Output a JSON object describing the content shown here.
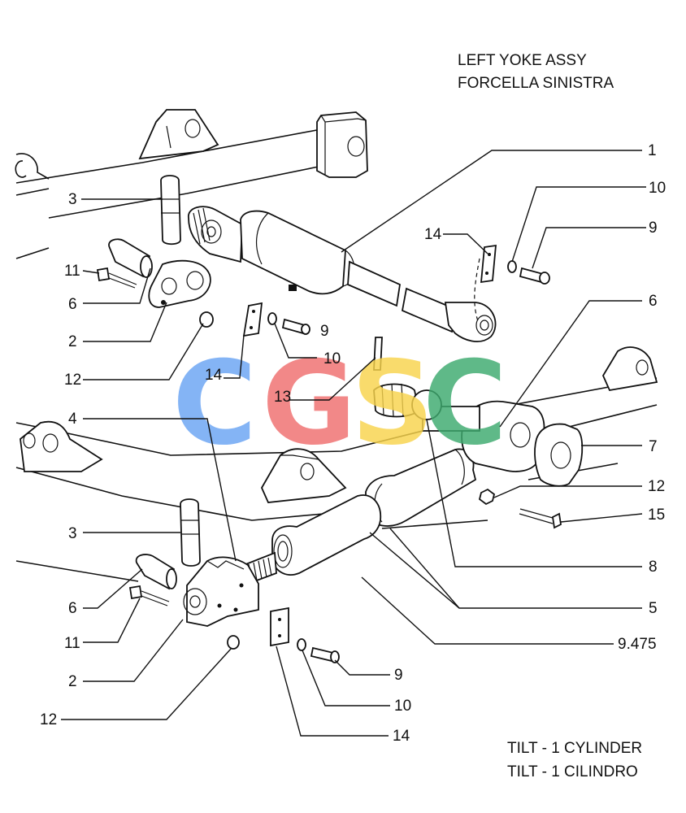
{
  "header": {
    "title_line_1": "LEFT YOKE ASSY",
    "title_line_2": "FORCELLA SINISTRA"
  },
  "footer": {
    "caption_line_1": "TILT - 1 CYLINDER",
    "caption_line_2": "TILT - 1 CILINDRO"
  },
  "watermark": {
    "letters": [
      "C",
      "G",
      "S",
      "C"
    ],
    "colors": [
      "#6aa4f4",
      "#f06e6e",
      "#f8d44c",
      "#3daa6e"
    ]
  },
  "callouts": {
    "c1": "1",
    "c10a": "10",
    "c9a": "9",
    "c14a": "14",
    "c3a": "3",
    "c11a": "11",
    "c6a": "6",
    "c2a": "2",
    "c12a": "12",
    "c9b": "9",
    "c10b": "10",
    "c14b": "14",
    "c13": "13",
    "c4": "4",
    "c6b": "6",
    "c7": "7",
    "c12b": "12",
    "c15": "15",
    "c3b": "3",
    "c8": "8",
    "c5": "5",
    "c6c": "6",
    "c11b": "11",
    "c9475": "9.475",
    "c9c": "9",
    "c2b": "2",
    "c10c": "10",
    "c12c": "12",
    "c14c": "14"
  }
}
